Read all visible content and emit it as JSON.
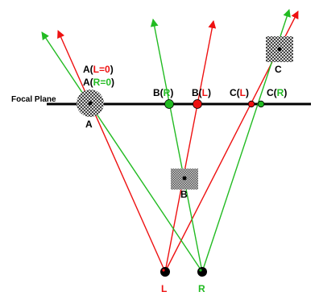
{
  "colors": {
    "left_eye": "#ee1111",
    "right_eye": "#22bb22",
    "plane": "#000000",
    "background": "#ffffff"
  },
  "labels": {
    "focal_plane": "Focal Plane",
    "a_left_prefix": "A(",
    "a_left_eye": "L",
    "a_left_eq": "=0",
    "a_left_suffix": ")",
    "a_right_prefix": "A(",
    "a_right_eye": "R",
    "a_right_eq": "=0",
    "a_right_suffix": ")",
    "a": "A",
    "b_right_prefix": "B(",
    "b_right_eye": "R",
    "b_right_suffix": ")",
    "b_left_prefix": "B(",
    "b_left_eye": "L",
    "b_left_suffix": ")",
    "c_left_prefix": "C(",
    "c_left_eye": "L",
    "c_left_suffix": ")",
    "c_right_prefix": "C(",
    "c_right_eye": "R",
    "c_right_suffix": ")",
    "b": "B",
    "c": "C",
    "eye_left": "L",
    "eye_right": "R"
  }
}
